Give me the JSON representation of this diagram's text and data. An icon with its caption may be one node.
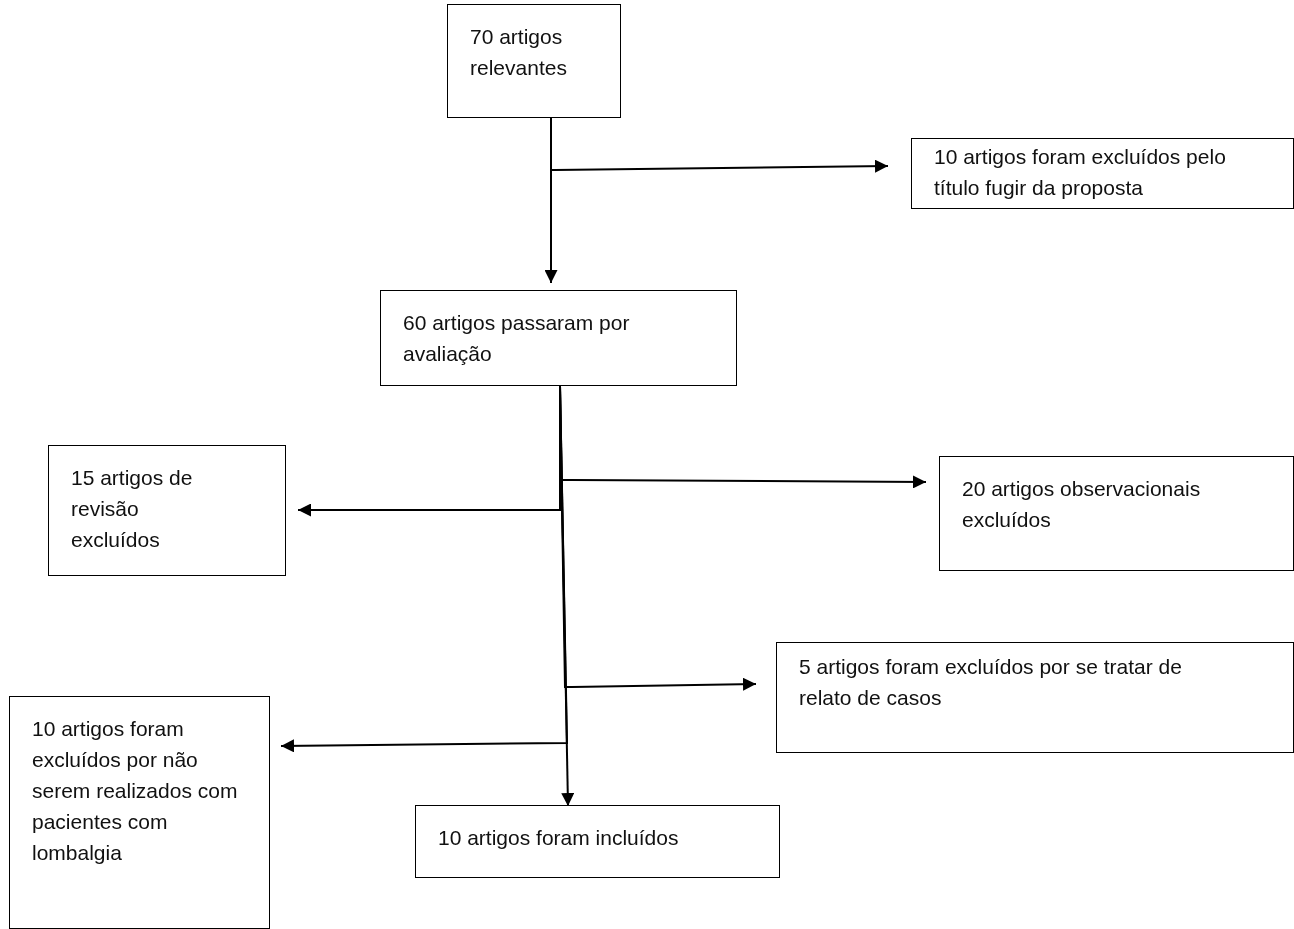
{
  "diagram": {
    "nodes": [
      {
        "text": [
          "70 artigos relevantes"
        ]
      },
      {
        "text": [
          "10 artigos foram excluídos pelo título fugir da proposta"
        ]
      },
      {
        "text": [
          "60 artigos passaram por avaliação"
        ]
      },
      {
        "text": [
          "15 artigos de revisão excluídos"
        ]
      },
      {
        "text": [
          "20 artigos observacionais excluídos"
        ]
      },
      {
        "text": [
          "5 artigos foram excluídos por se tratar de relato de casos"
        ]
      },
      {
        "text": [
          "10 artigos foram excluídos por não serem realizados com pacientes com lombalgia"
        ]
      },
      {
        "text": [
          "10 artigos foram incluídos"
        ]
      }
    ],
    "edges": [
      {
        "from": 0,
        "to": 2,
        "arrow": "to"
      },
      {
        "from": 0,
        "to": 1,
        "arrow": "to"
      },
      {
        "from": 2,
        "to": 3,
        "arrow": "to"
      },
      {
        "from": 2,
        "to": 4,
        "arrow": "to"
      },
      {
        "from": 2,
        "to": 5,
        "arrow": "to"
      },
      {
        "from": 2,
        "to": 6,
        "arrow": "to"
      },
      {
        "from": 2,
        "to": 7,
        "arrow": "to"
      }
    ]
  }
}
